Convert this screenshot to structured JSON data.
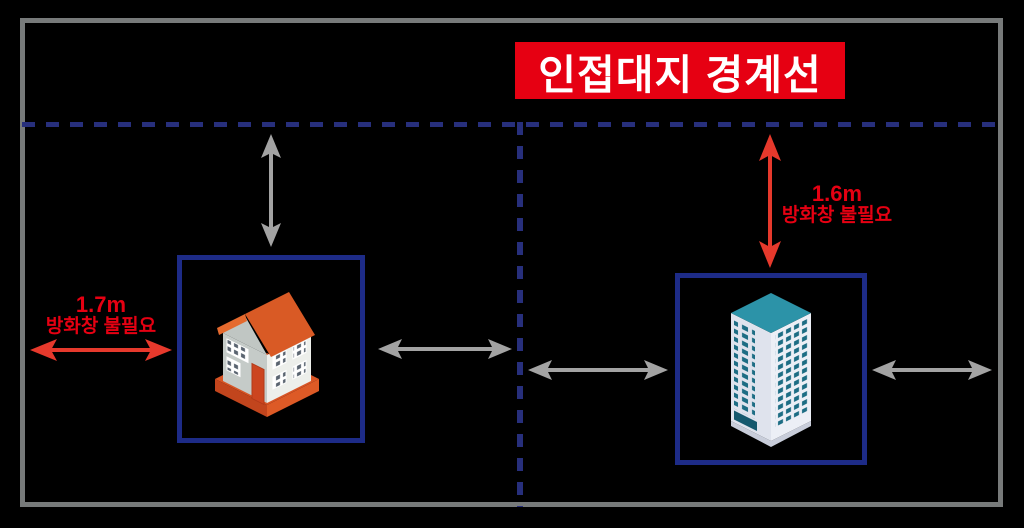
{
  "title": {
    "label": "인접대지 경계선"
  },
  "left_lot": {
    "building": "house-icon",
    "clearance_distance": "1.7m",
    "clearance_note": "방화창 불필요"
  },
  "right_lot": {
    "building": "office-tower-icon",
    "clearance_distance": "1.6m",
    "clearance_note": "방화창 불필요"
  },
  "icons": {
    "left_building": "house-icon",
    "right_building": "office-tower-icon",
    "red_arrows": "double-arrow-icon",
    "gray_arrows": "double-arrow-icon"
  },
  "colors": {
    "background": "#000000",
    "frame_gray": "#777a7a",
    "boundary_navy": "#272f7c",
    "lot_box_navy": "#1d2b87",
    "red": "#e60012",
    "arrow_red": "#e6392c",
    "arrow_gray": "#a3a3a3",
    "banner_text": "#ffffff",
    "house_roof": "#d95a25",
    "tower_roof": "#2c93a8"
  }
}
